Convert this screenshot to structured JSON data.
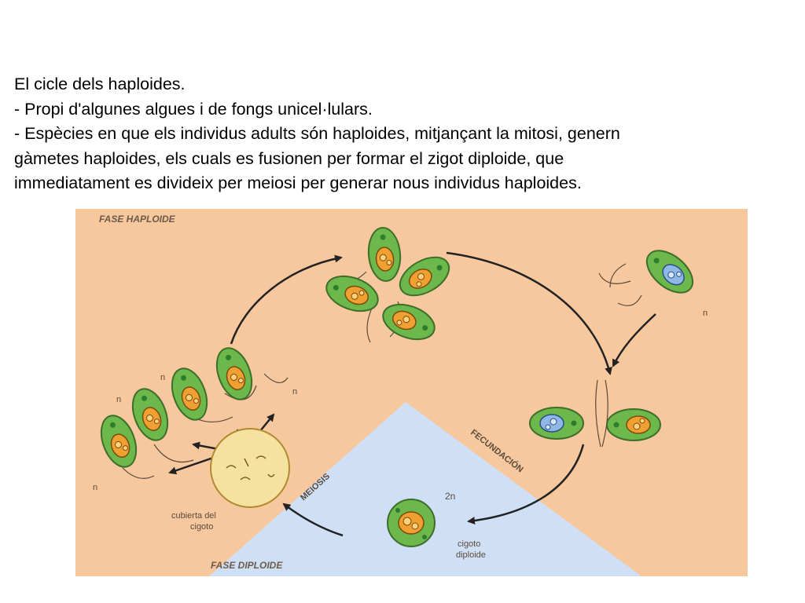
{
  "text": {
    "title": "El cicle dels haploides.",
    "line1": "- Propi d'algunes algues i de fongs unicel·lulars.",
    "line2": "- Espècies en que els individus adults són haploides, mitjançant la mitosi, genern",
    "line3": "gàmetes haploides, els cuals es fusionen per formar el zigot diploide, que",
    "line4": "immediatament es divideix per meiosi per generar nous individus haploides."
  },
  "diagram": {
    "phase_haploid": "FASE HAPLOIDE",
    "phase_diploid": "FASE DIPLOIDE",
    "fecundation": "FECUNDACIÓN",
    "meiosis": "MEIOSIS",
    "two_n": "2n",
    "n": "n",
    "zygote_line1": "cigoto",
    "zygote_line2": "diploide",
    "cover_line1": "cubierta del",
    "cover_line2": "cigoto",
    "colors": {
      "haploid_bg": "#f7c79e",
      "diploid_bg": "#cfe0f6",
      "cell_green": "#6cb84a",
      "nucleus_orange": "#f0a030",
      "gamete_blue": "#8fb8e8"
    }
  }
}
